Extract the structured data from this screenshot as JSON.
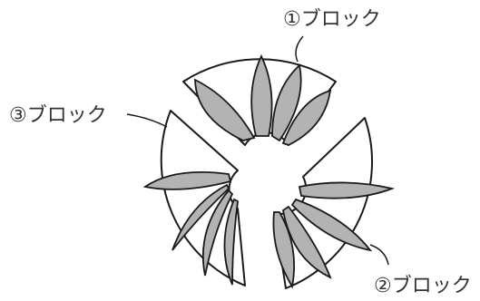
{
  "diagram": {
    "labels": {
      "block1": "①ブロック",
      "block2": "②ブロック",
      "block3": "③ブロック"
    },
    "colors": {
      "petal_fill": "#b3b3b3",
      "outline": "#1a1a1a",
      "text": "#333333",
      "background": "#ffffff"
    }
  }
}
